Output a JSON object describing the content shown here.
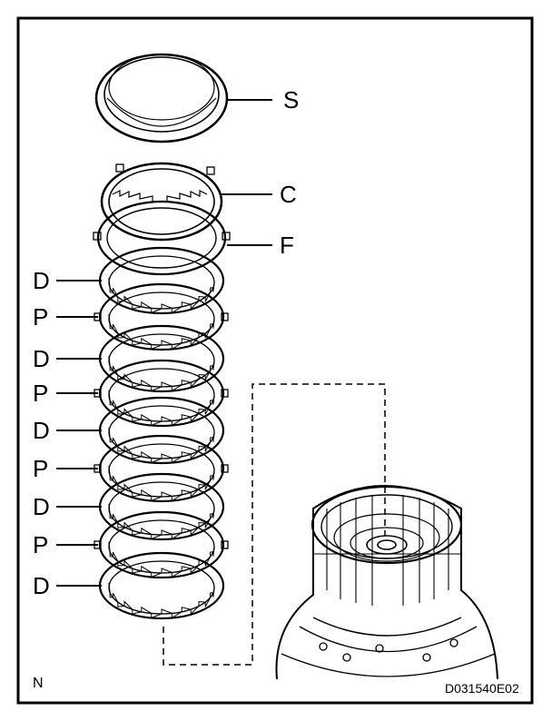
{
  "diagram": {
    "labels": {
      "S": "S",
      "C": "C",
      "F": "F",
      "stack": [
        "D",
        "P",
        "D",
        "P",
        "D",
        "P",
        "D",
        "P",
        "D"
      ]
    },
    "corner_mark": "N",
    "figure_code": "D031540E02"
  }
}
